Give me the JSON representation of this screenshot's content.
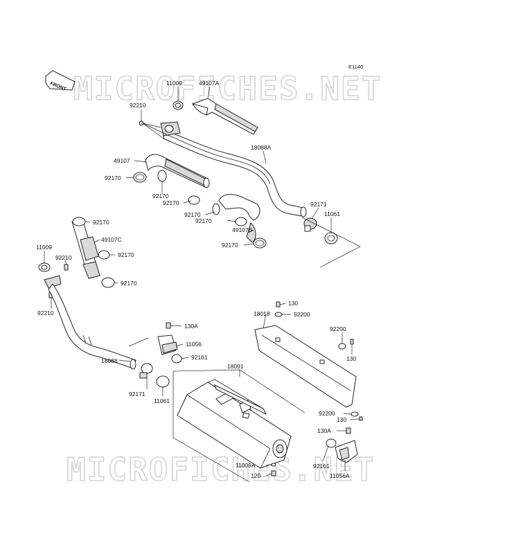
{
  "diagram": {
    "code": "E1140",
    "front_label": "FRONT",
    "watermark_text": "MICROFICHES.NET",
    "labels": {
      "l_11009_top": "11009",
      "l_49107A": "49107A",
      "l_92210_top": "92210",
      "l_49107": "49107",
      "l_18088A": "18088A",
      "l_92170_a": "92170",
      "l_92170_b": "92170",
      "l_92170_c": "92170",
      "l_92170_d": "92170",
      "l_92170_e": "92170",
      "l_92171_top": "92171",
      "l_11061_top": "11061",
      "l_49107B": "49107B",
      "l_92170_f": "92170",
      "l_92170_g": "92170",
      "l_11009_left": "11009",
      "l_49107C": "49107C",
      "l_92210_left": "92210",
      "l_92170_h": "92170",
      "l_92170_i": "92170",
      "l_92210_bottom": "92210",
      "l_130_top": "130",
      "l_18018": "18018",
      "l_92200_top": "92200",
      "l_130A_top": "130A",
      "l_92200_right": "92200",
      "l_11056": "11056",
      "l_130_right": "130",
      "l_92161_top": "92161",
      "l_18088": "18088",
      "l_18091": "18091",
      "l_92171_bottom": "92171",
      "l_11061_bottom": "11061",
      "l_92200_bottom": "92200",
      "l_130_bottom": "130",
      "l_130A_bottom": "130A",
      "l_11009A": "11009A",
      "l_92161_bottom": "92161",
      "l_120": "120",
      "l_11056A": "11056A"
    }
  }
}
